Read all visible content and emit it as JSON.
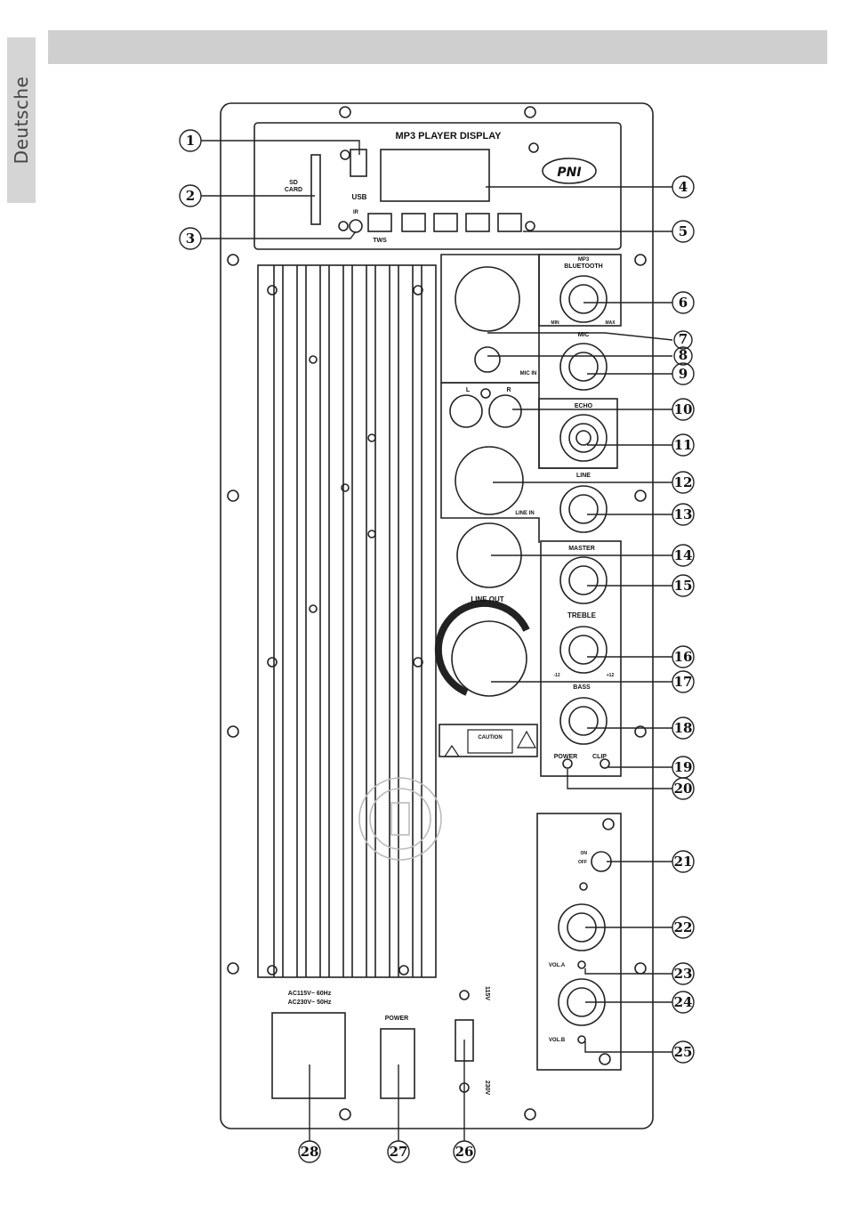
{
  "language_tab": "Deutsche",
  "panel": {
    "mp3_display_title": "MP3 PLAYER DISPLAY",
    "usb": "USB",
    "sd_card_line1": "SD",
    "sd_card_line2": "CARD",
    "ir": "IR",
    "tws": "TWS",
    "bluetooth": "BLUETOOTH",
    "bluetooth_top": "MP3",
    "mic": "MIC",
    "mic_in": "MIC IN",
    "left": "L",
    "right": "R",
    "echo": "ECHO",
    "line": "LINE",
    "line_in": "LINE IN",
    "line_out": "LINE OUT",
    "master": "MASTER",
    "treble": "TREBLE",
    "bass": "BASS",
    "min": "MIN",
    "max": "MAX",
    "minus12": "-12",
    "plus12": "+12",
    "power_led": "POWER",
    "clip_led": "CLIP",
    "caution": "CAUTION",
    "power": "POWER",
    "vol_a": "VOL.A",
    "vol_b": "VOL.B",
    "v115": "115V",
    "v230": "230V",
    "ac_line1": "AC115V~ 60Hz",
    "ac_line2": "AC230V~ 50Hz",
    "uhf_on": "ON",
    "uhf_off": "OFF",
    "logo": "PNI"
  },
  "callouts": [
    "1",
    "2",
    "3",
    "4",
    "5",
    "6",
    "7",
    "8",
    "9",
    "10",
    "11",
    "12",
    "13",
    "14",
    "15",
    "16",
    "17",
    "18",
    "19",
    "20",
    "21",
    "22",
    "23",
    "24",
    "25",
    "26",
    "27",
    "28"
  ]
}
